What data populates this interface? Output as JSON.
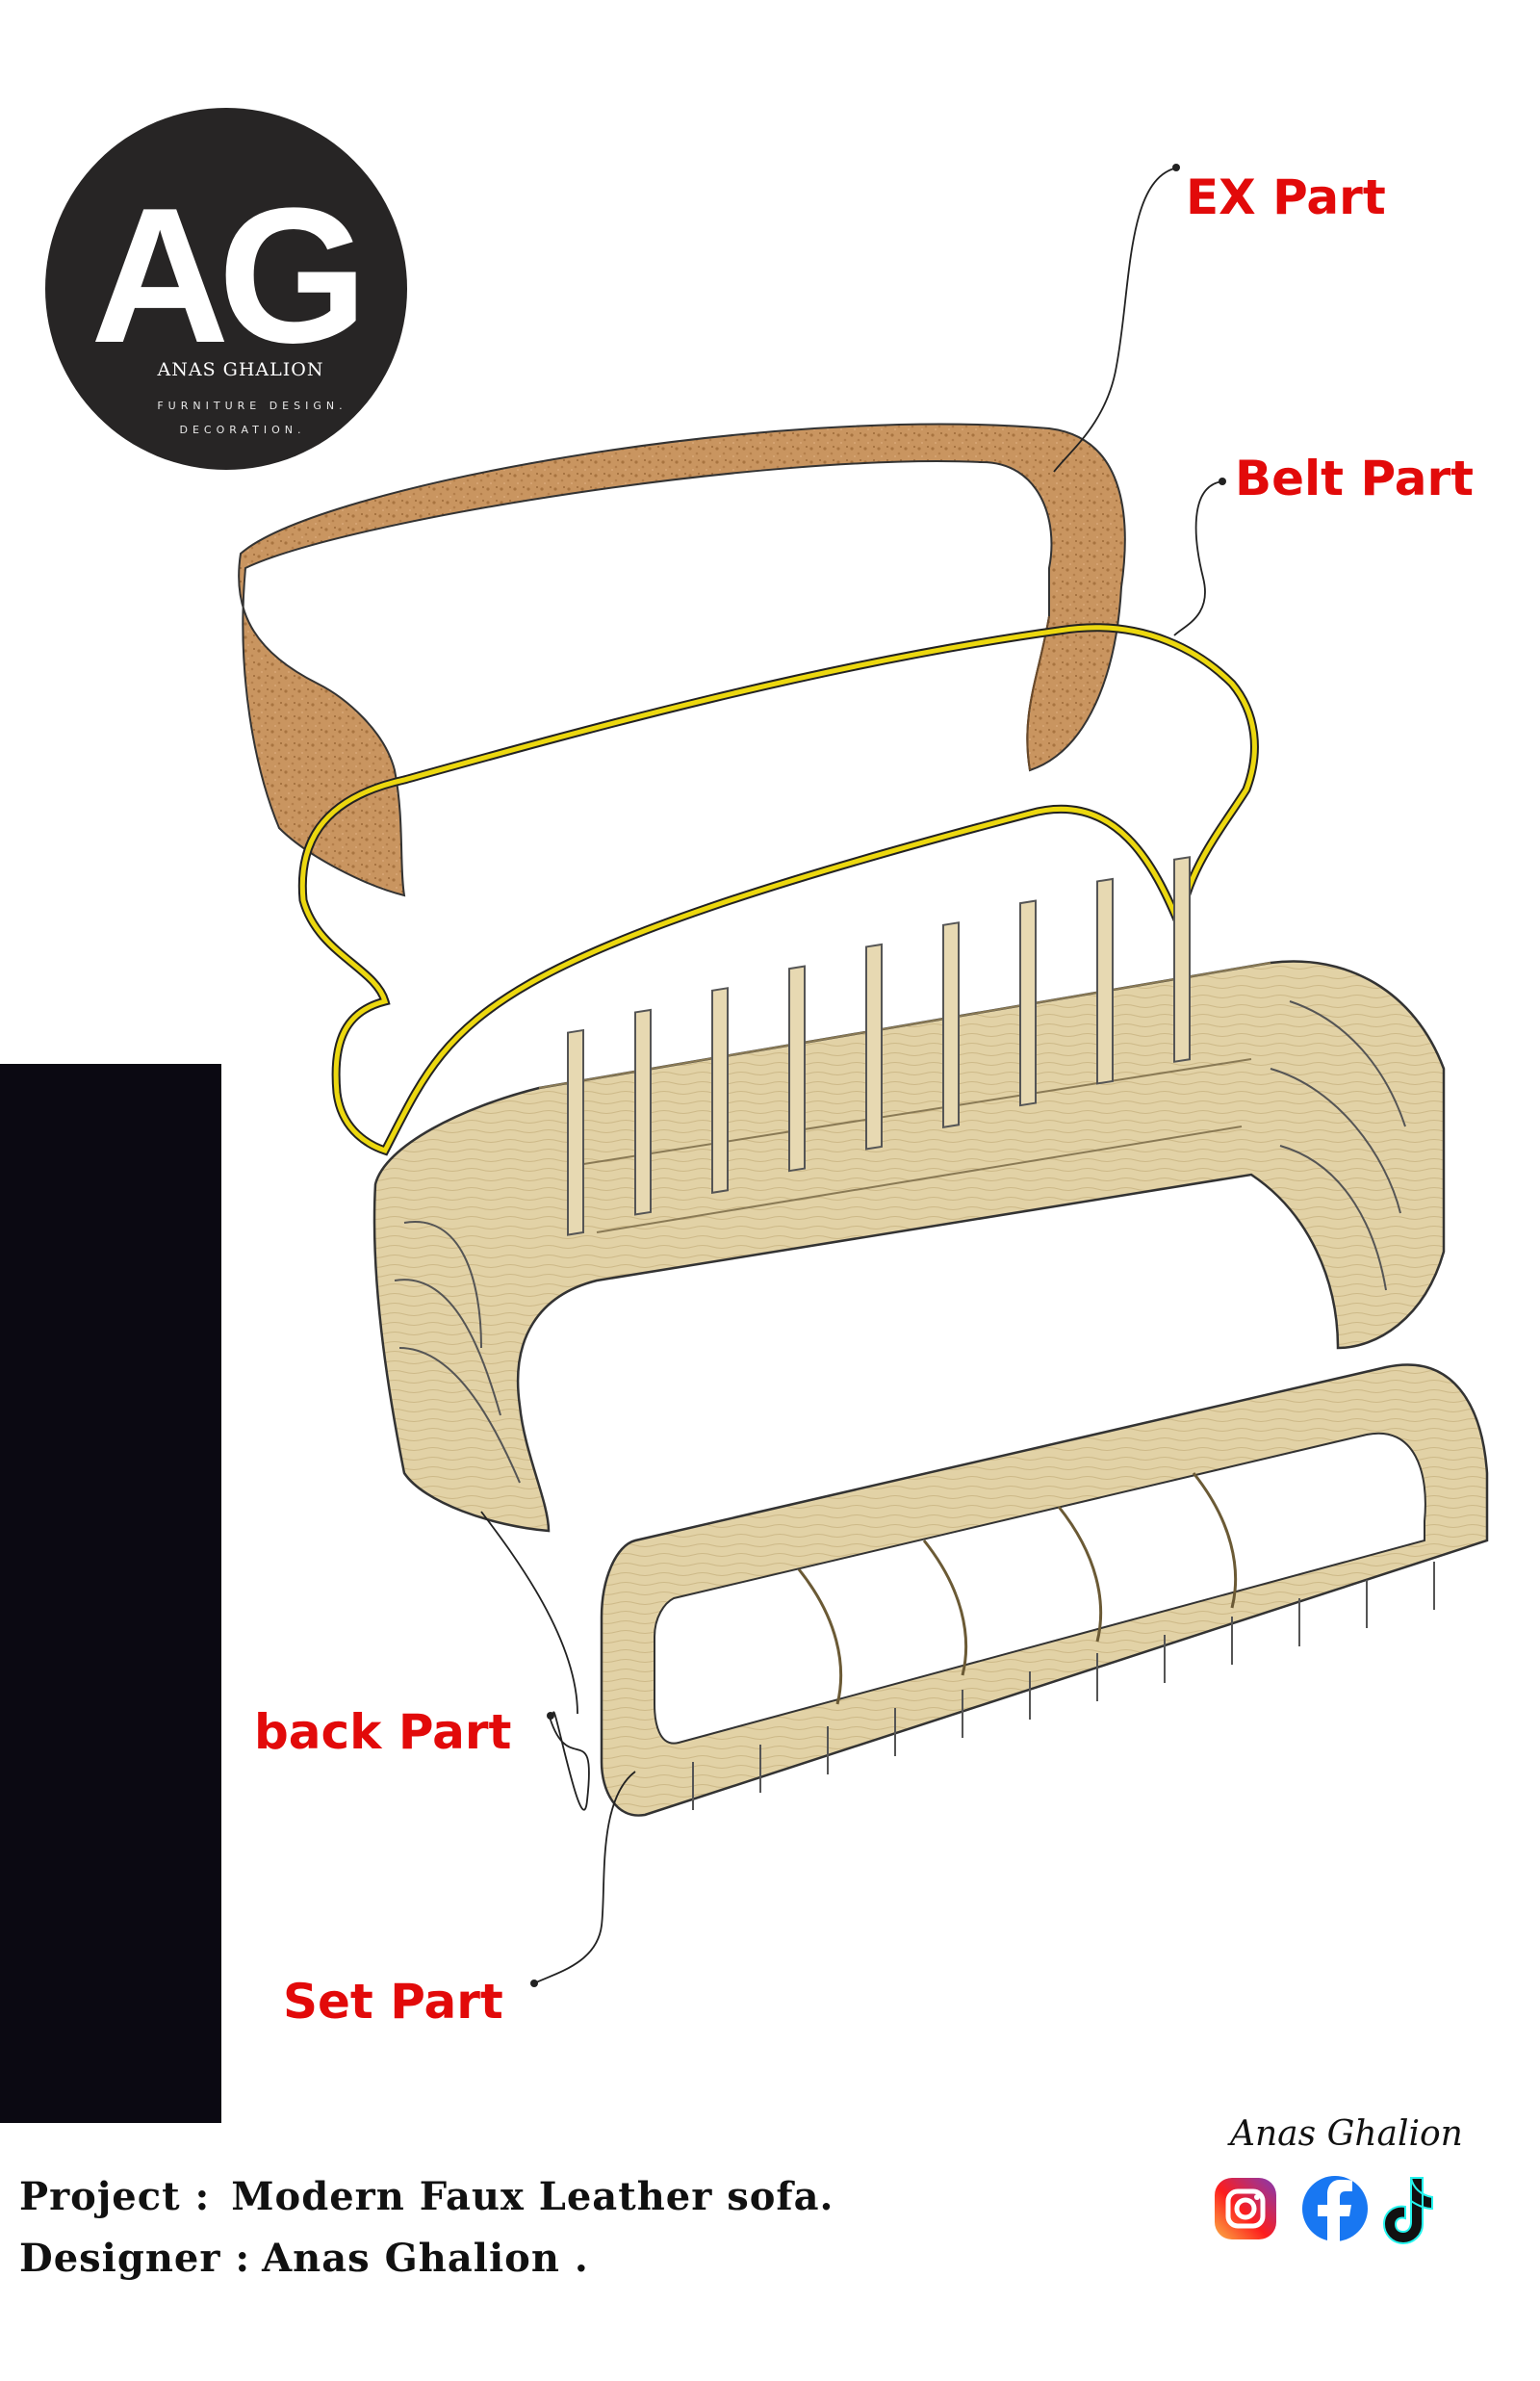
{
  "logo": {
    "monogram": "AG",
    "name": "ANAS GHALION",
    "tagline_1": "FURNITURE DESIGN.",
    "tagline_2": "DECORATION."
  },
  "labels": {
    "ex_part": "EX Part",
    "belt_part": "Belt Part",
    "back_part": "back Part",
    "set_part": "Set Part"
  },
  "footer": {
    "project_label": "Project :",
    "project_value": "Modern Faux Leather sofa.",
    "designer_label": "Designer :",
    "designer_value": "Anas Ghalion ."
  },
  "social": {
    "handle": "Anas Ghalion",
    "icons": [
      "instagram-icon",
      "facebook-icon",
      "tiktok-icon"
    ]
  },
  "colors": {
    "label_red": "#e20a0a",
    "cork": "#c99560",
    "belt": "#ecd80f",
    "plywood": "#e2d2a6",
    "side_bar": "#0b0912"
  }
}
